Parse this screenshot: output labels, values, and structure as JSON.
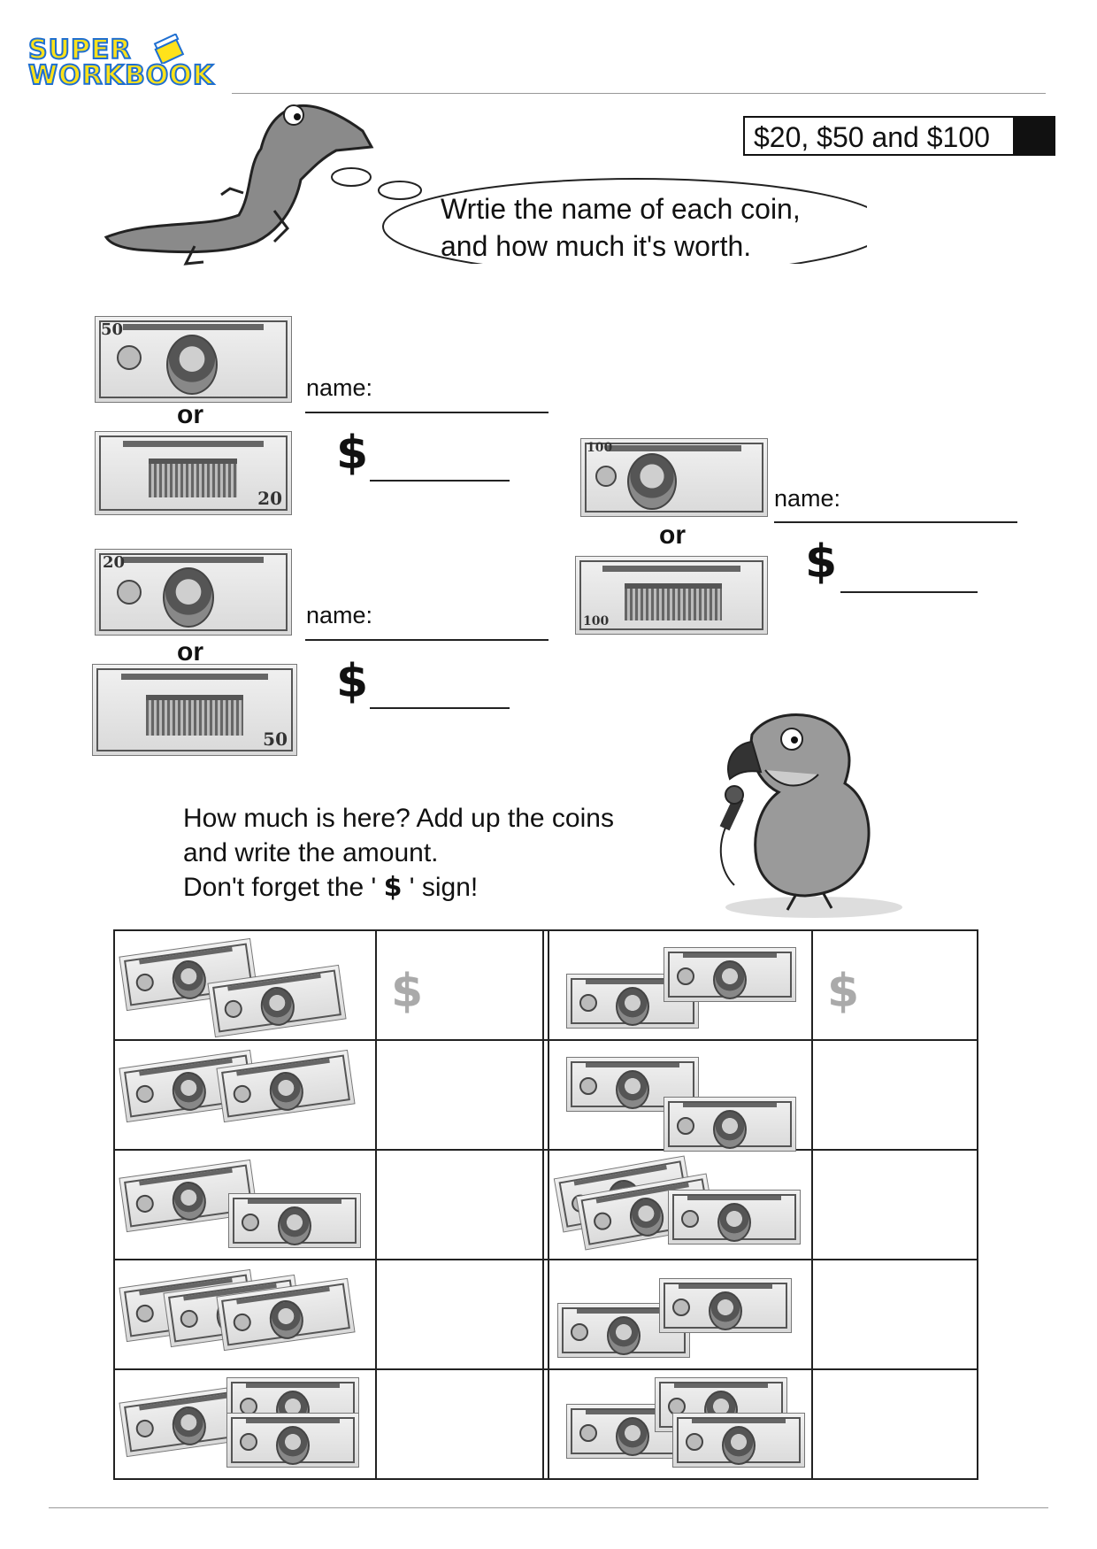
{
  "logo": {
    "line1": "SUPER",
    "line2": "WORKBOOK"
  },
  "title_box": {
    "text": "$20, $50 and $100"
  },
  "bubble_text": {
    "line1": "Wrtie the name of each coin,",
    "line2": "and how much it's worth."
  },
  "identify": {
    "or": "or",
    "name_label": "name:",
    "dollar": "$",
    "bills": {
      "fifty_front": "50",
      "twenty_back": "20",
      "twenty_front": "20",
      "fifty_back": "50",
      "hundred_front": "100",
      "hundred_back": "100"
    }
  },
  "instructions": {
    "line1": "How much is here? Add up the coins",
    "line2": "and write the amount.",
    "line3_pre": "Don't forget the ' ",
    "line3_sign": "$",
    "line3_post": " ' sign!"
  },
  "grid": {
    "dollar_hint": "$"
  }
}
